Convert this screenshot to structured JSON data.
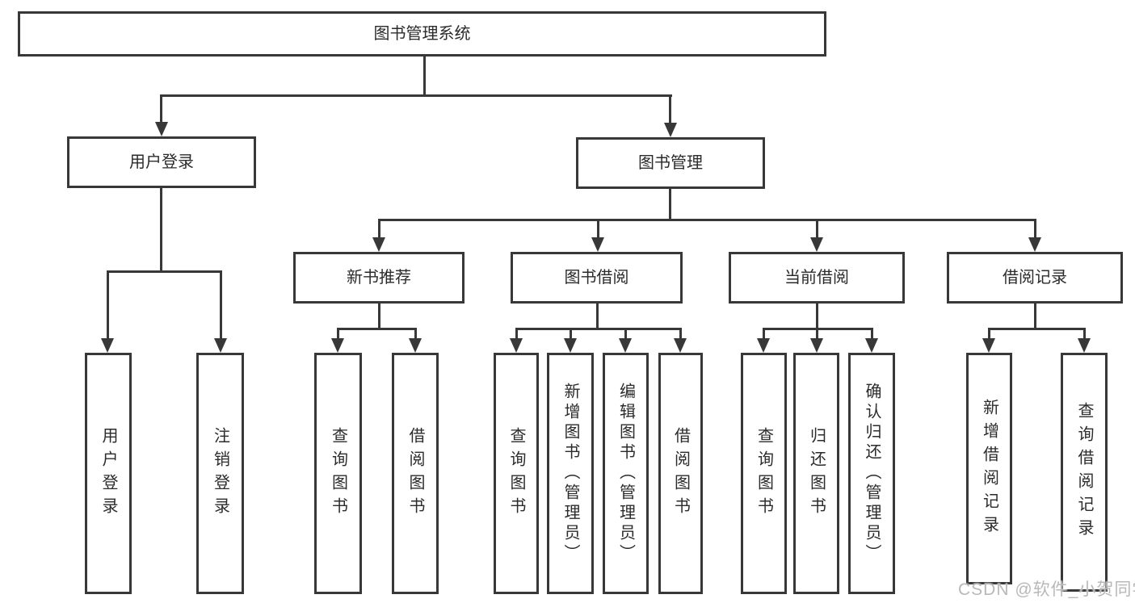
{
  "tree": {
    "root": {
      "label": "图书管理系统"
    },
    "branches": [
      {
        "label": "用户登录",
        "children": [
          "用户登录",
          "注销登录"
        ]
      },
      {
        "label": "图书管理",
        "children": [
          {
            "label": "新书推荐",
            "children": [
              "查询图书",
              "借阅图书"
            ]
          },
          {
            "label": "图书借阅",
            "children": [
              "查询图书",
              "新增图书（管理员）",
              "编辑图书（管理员）",
              "借阅图书"
            ]
          },
          {
            "label": "当前借阅",
            "children": [
              "查询图书",
              "归还图书",
              "确认归还（管理员）"
            ]
          },
          {
            "label": "借阅记录",
            "children": [
              "新增借阅记录",
              "查询借阅记录"
            ]
          }
        ]
      }
    ]
  },
  "watermark": {
    "text": "CSDN @软件_小贺同学"
  },
  "colors": {
    "line": "#383838",
    "text": "#2b2b2b",
    "background": "#ffffff",
    "watermark": "#b8b8b8"
  }
}
